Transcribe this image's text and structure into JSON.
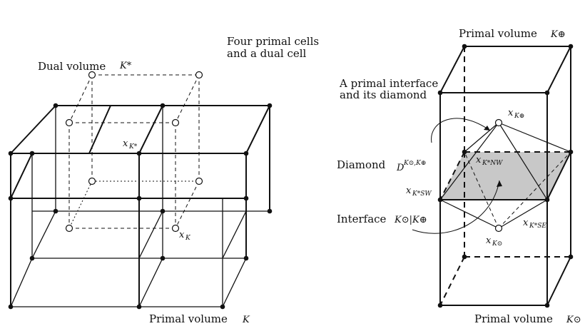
{
  "left": {
    "note_line1": "Four primal cells",
    "note_line2": "and a dual cell",
    "dual_volume_label": "Dual volume",
    "dual_volume_sym": "K*",
    "center_point_sym": "x",
    "center_point_sub": "K*",
    "bottom_point_sym": "x",
    "bottom_point_sub": "K",
    "primal_volume_label": "Primal volume",
    "primal_volume_sym": "K"
  },
  "right": {
    "primal_volume_top_label": "Primal volume",
    "primal_volume_top_sym": "K⊕",
    "interface_diamond_line1": "A primal interface",
    "interface_diamond_line2": "and its diamond",
    "top_point_sym": "x",
    "top_point_sub": "K⊕",
    "diamond_label": "Diamond",
    "diamond_sym": "D",
    "diamond_sup": "K⊙,K⊕",
    "nw_sym": "x",
    "nw_sub": "K*NW",
    "sw_sym": "x",
    "sw_sub": "K*SW",
    "interface_label": "Interface",
    "interface_sym": "K⊙|K⊕",
    "se_sym": "x",
    "se_sub": "K*SE",
    "bottom_point_sym": "x",
    "bottom_point_sub": "K⊙",
    "primal_volume_bottom_label": "Primal volume",
    "primal_volume_bottom_sym": "K⊙"
  },
  "colors": {
    "stroke": "#111111",
    "diamond_fill": "#c8c8c8"
  }
}
